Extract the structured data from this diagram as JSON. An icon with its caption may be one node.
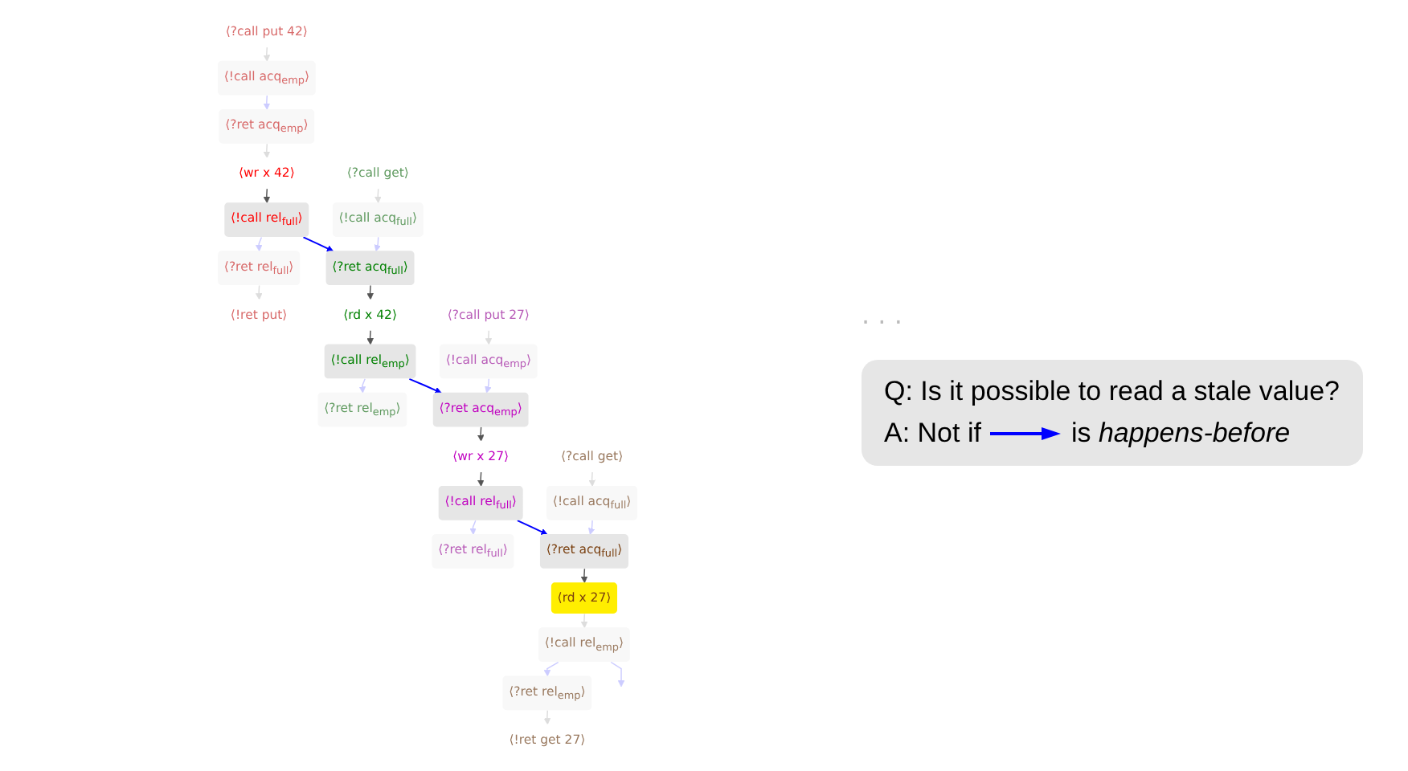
{
  "diagram": {
    "nodes": [
      {
        "text": [
          "⟨?call put 42⟩"
        ]
      },
      {
        "text": [
          "⟨!call acq$_{emp}$⟩"
        ]
      },
      {
        "text": [
          "⟨?ret acq$_{emp}$⟩"
        ]
      },
      {
        "text": [
          "⟨wr x 42⟩"
        ]
      },
      {
        "text": [
          "⟨!call rel$_{full}$⟩"
        ]
      },
      {
        "text": [
          "⟨?ret rel$_{full}$⟩"
        ]
      },
      {
        "text": [
          "⟨!ret put⟩"
        ]
      },
      {
        "text": [
          "⟨?call get⟩"
        ]
      },
      {
        "text": [
          "⟨!call acq$_{full}$⟩"
        ]
      },
      {
        "text": [
          "⟨?ret acq$_{full}$⟩"
        ]
      },
      {
        "text": [
          "⟨rd x 42⟩"
        ]
      },
      {
        "text": [
          "⟨!call rel$_{emp}$⟩"
        ]
      },
      {
        "text": [
          "⟨?ret rel$_{emp}$⟩"
        ]
      },
      {
        "text": [
          "⟨?call put 27⟩"
        ]
      },
      {
        "text": [
          "⟨!call acq$_{emp}$⟩"
        ]
      },
      {
        "text": [
          "⟨?ret acq$_{emp}$⟩"
        ]
      },
      {
        "text": [
          "⟨wr x 27⟩"
        ]
      },
      {
        "text": [
          "⟨!call rel$_{full}$⟩"
        ]
      },
      {
        "text": [
          "⟨?ret rel$_{full}$⟩"
        ]
      },
      {
        "text": [
          "⟨?call get⟩"
        ]
      },
      {
        "text": [
          "⟨!call acq$_{full}$⟩"
        ]
      },
      {
        "text": [
          "⟨?ret acq$_{full}$⟩"
        ]
      },
      {
        "text": [
          "⟨rd x 27⟩"
        ]
      },
      {
        "text": [
          "⟨!call rel$_{emp}$⟩"
        ]
      },
      {
        "text": [
          "⟨?ret rel$_{emp}$⟩"
        ]
      },
      {
        "text": [
          "⟨!ret get 27⟩"
        ]
      }
    ],
    "edges": [
      {
        "from": 0,
        "to": 1,
        "arrow": "to"
      },
      {
        "from": 1,
        "to": 2,
        "arrow": "to",
        "color": "#ccccff"
      },
      {
        "from": 2,
        "to": 3,
        "arrow": "to"
      },
      {
        "from": 3,
        "to": 4,
        "arrow": "to",
        "color": "#555555"
      },
      {
        "from": 4,
        "to": 5,
        "arrow": "to",
        "color": "#ccccff"
      },
      {
        "from": 5,
        "to": 6,
        "arrow": "to"
      },
      {
        "from": 7,
        "to": 8,
        "arrow": "to"
      },
      {
        "from": 8,
        "to": 9,
        "arrow": "to",
        "color": "#ccccff"
      },
      {
        "from": 9,
        "to": 10,
        "arrow": "to",
        "color": "#555555"
      },
      {
        "from": 10,
        "to": 11,
        "arrow": "to",
        "color": "#555555"
      },
      {
        "from": 11,
        "to": 12,
        "arrow": "to",
        "color": "#ccccff"
      },
      {
        "from": 13,
        "to": 14,
        "arrow": "to"
      },
      {
        "from": 14,
        "to": 15,
        "arrow": "to",
        "color": "#ccccff"
      },
      {
        "from": 15,
        "to": 16,
        "arrow": "to",
        "color": "#555555"
      },
      {
        "from": 16,
        "to": 17,
        "arrow": "to",
        "color": "#555555"
      },
      {
        "from": 17,
        "to": 18,
        "arrow": "to",
        "color": "#ccccff"
      },
      {
        "from": 19,
        "to": 20,
        "arrow": "to"
      },
      {
        "from": 20,
        "to": 21,
        "arrow": "to",
        "color": "#ccccff"
      },
      {
        "from": 21,
        "to": 22,
        "arrow": "to",
        "color": "#555555"
      },
      {
        "from": 22,
        "to": 23,
        "arrow": "to"
      },
      {
        "from": 23,
        "to": 24,
        "arrow": "to",
        "color": "#ccccff"
      },
      {
        "from": 24,
        "to": 25,
        "arrow": "to"
      },
      {
        "from": 4,
        "to": 9,
        "arrow": "to",
        "color": "#0000ff"
      },
      {
        "from": 11,
        "to": 15,
        "arrow": "to",
        "color": "#0000ff"
      },
      {
        "from": 17,
        "to": 21,
        "arrow": "to",
        "color": "#0000ff"
      },
      {
        "from": 23,
        "to": null,
        "arrow": "to",
        "color": "#ccccff"
      }
    ],
    "labels": [
      "· · ·",
      "Q: Is it possible to read a stale value?",
      "A: Not if",
      "is *happens-before*"
    ]
  }
}
